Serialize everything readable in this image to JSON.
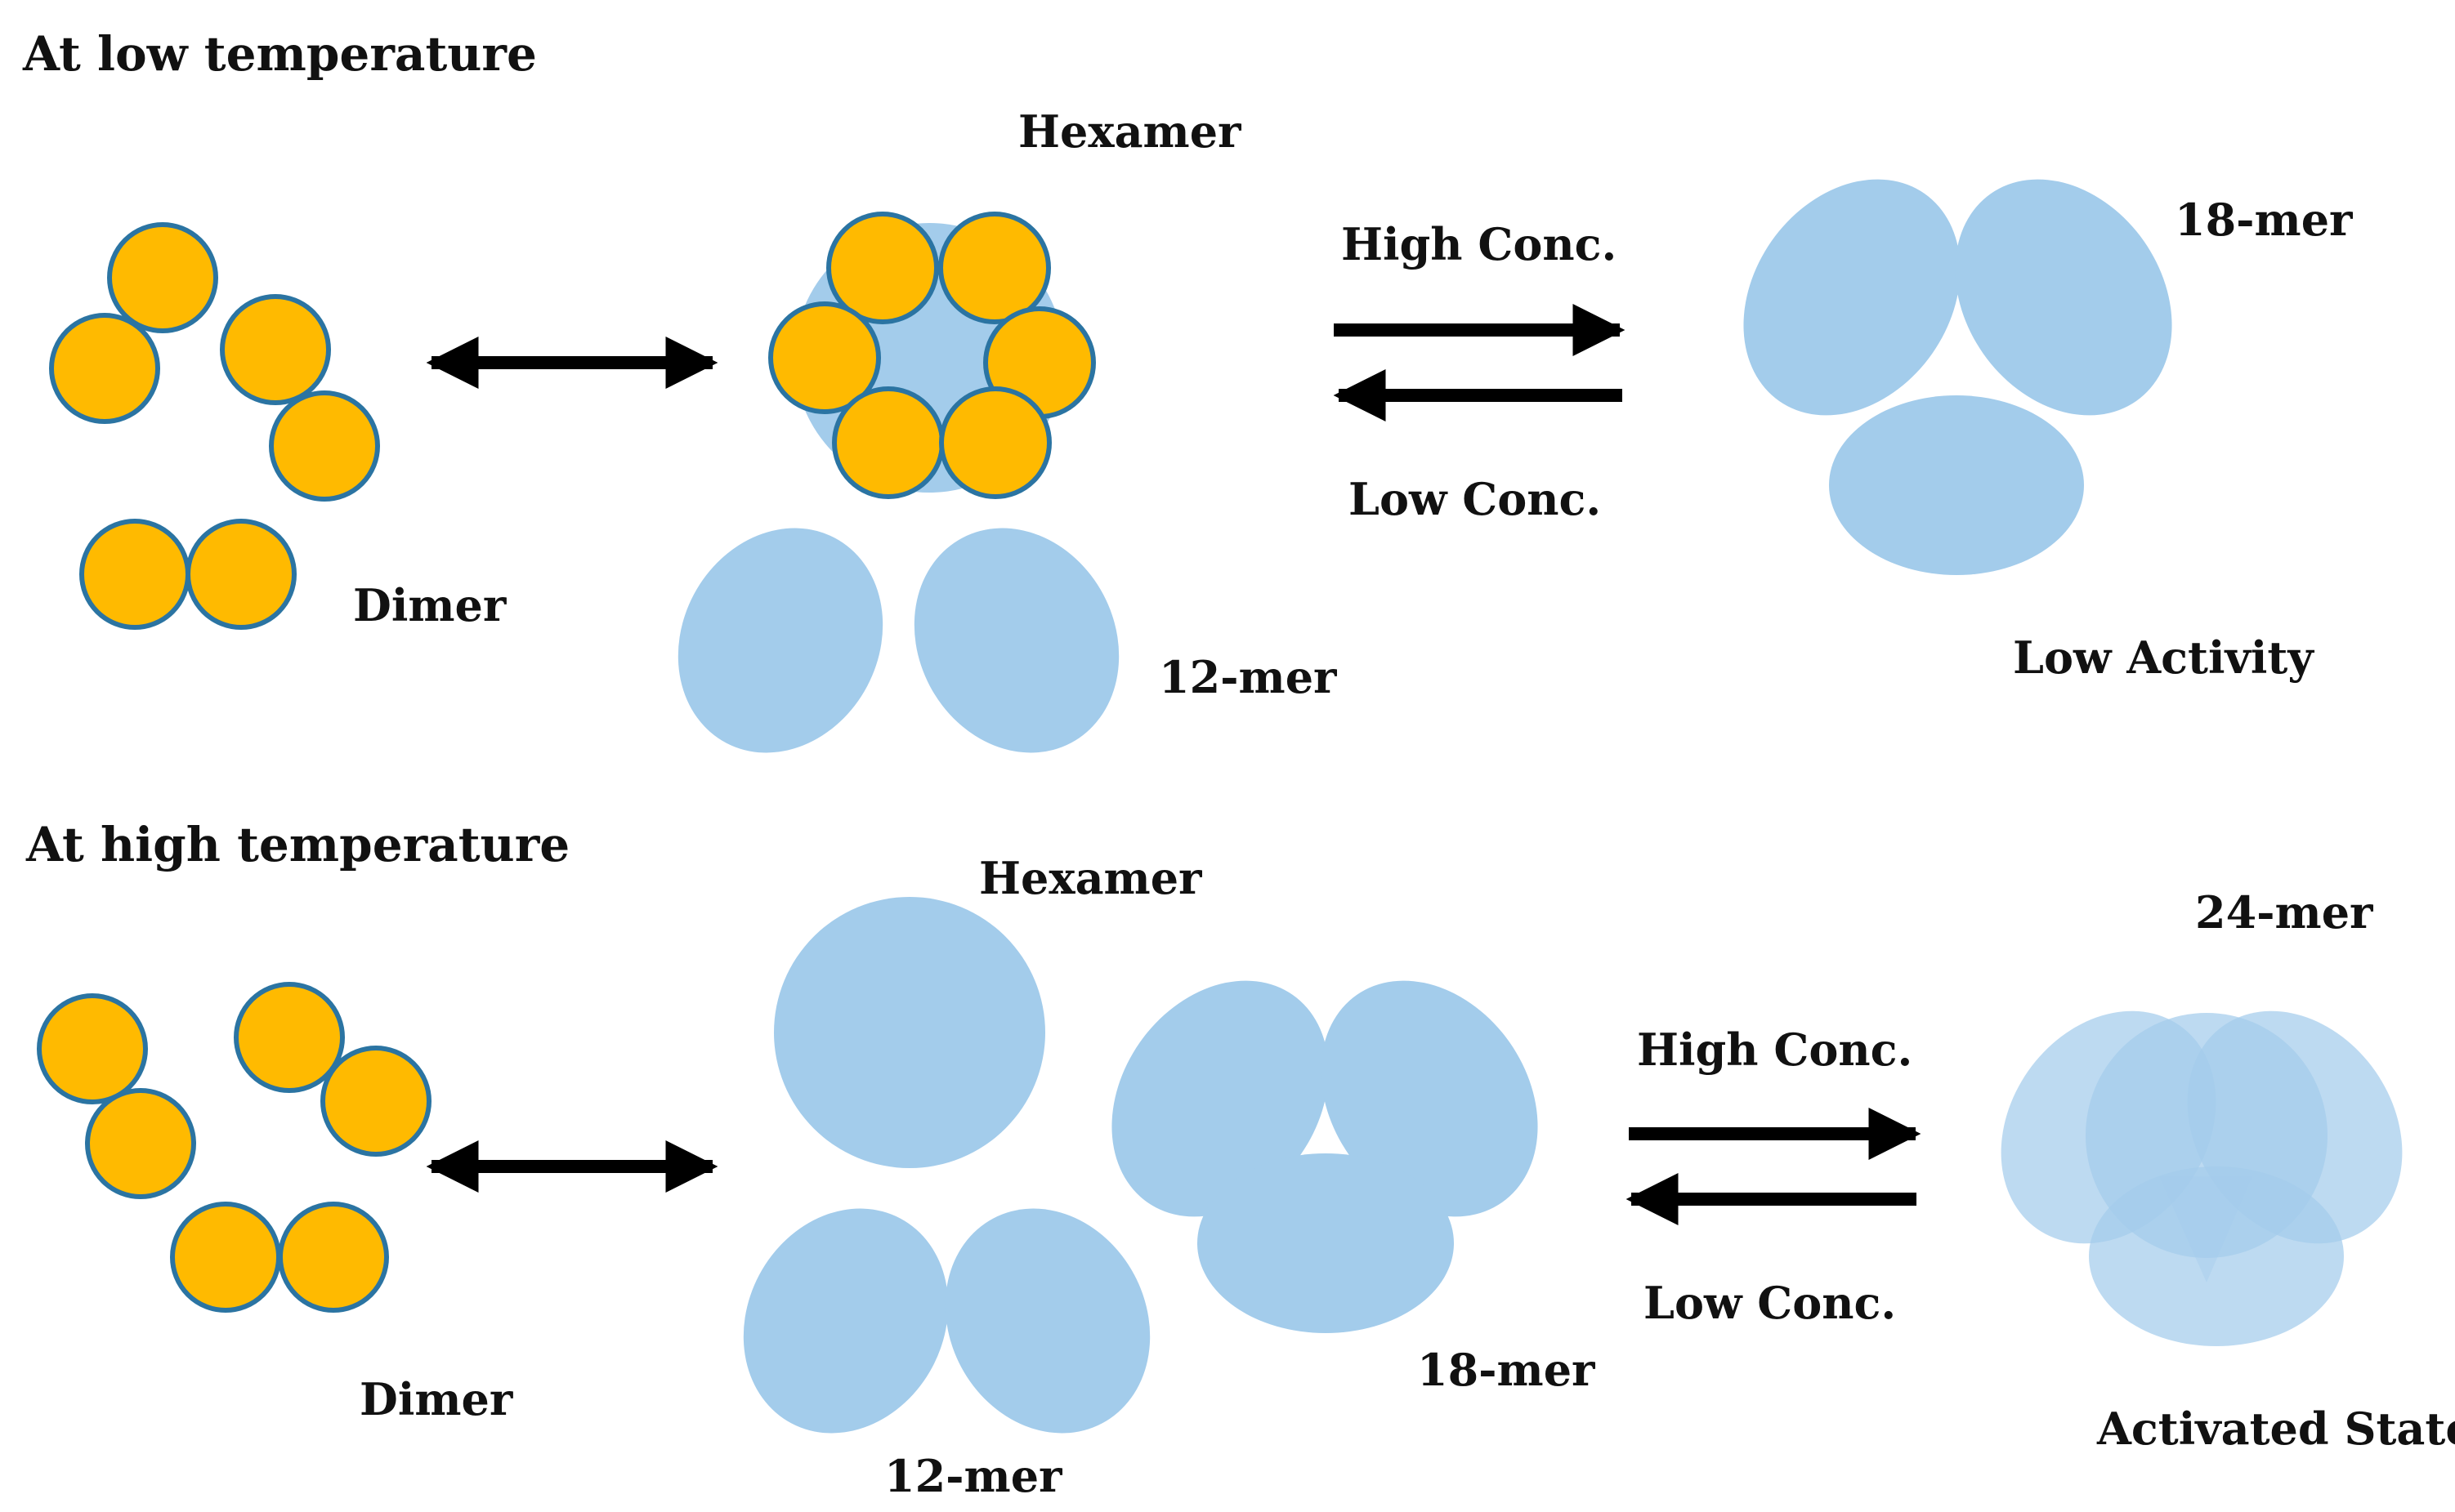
{
  "colors": {
    "subunit_fill": "#FFBA00",
    "subunit_stroke": "#2B74A2",
    "complex_fill": "#A3CCEB",
    "arrow": "#000000",
    "text": "#111111"
  },
  "icons": {
    "dimer": "yellow-circle-pair",
    "hexamer_ring": "yellow-circle-ring-on-blue-disc",
    "oligomer": "blue-ellipse-cluster",
    "interconvert": "double-headed-arrow",
    "equilibrium": "equilibrium-half-arrows"
  },
  "low_temp": {
    "heading": "At low temperature",
    "dimer_label": "Dimer",
    "hexamer_label": "Hexamer",
    "twelve_mer_label": "12-mer",
    "high_conc_label": "High Conc.",
    "low_conc_label": "Low Conc.",
    "eighteen_mer_label": "18-mer",
    "state_label": "Low Activity"
  },
  "high_temp": {
    "heading": "At high temperature",
    "dimer_label": "Dimer",
    "hexamer_label": "Hexamer",
    "twelve_mer_label": "12-mer",
    "eighteen_mer_label": "18-mer",
    "high_conc_label": "High Conc.",
    "low_conc_label": "Low Conc.",
    "twentyfour_mer_label": "24-mer",
    "state_label": "Activated State"
  }
}
